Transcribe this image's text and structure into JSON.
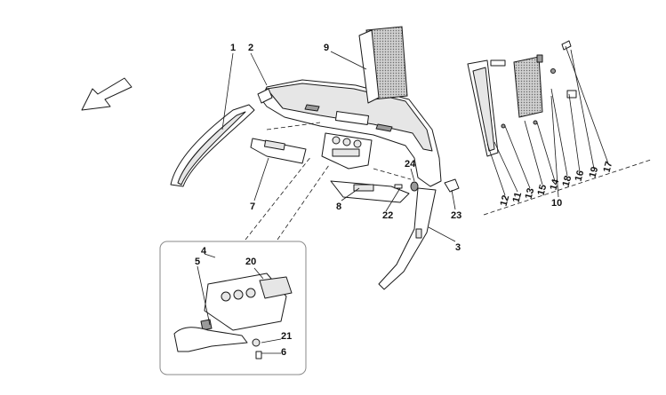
{
  "callouts": {
    "c1": "1",
    "c2": "2",
    "c3": "3",
    "c4": "4",
    "c5": "5",
    "c6": "6",
    "c7": "7",
    "c8": "8",
    "c9": "9",
    "c10": "10",
    "c11": "11",
    "c12": "12",
    "c13": "13",
    "c14": "14",
    "c15": "15",
    "c16": "16",
    "c17": "17",
    "c18": "18",
    "c19": "19",
    "c20": "20",
    "c21": "21",
    "c22": "22",
    "c23": "23",
    "c24": "24"
  },
  "icons": {
    "direction_arrow": "arrow-icon"
  },
  "colors": {
    "line": "#1a1a1a",
    "fill_light": "#e6e6e6",
    "fill_dark": "#9a9a9a",
    "detail_border": "#8a8a8a"
  }
}
